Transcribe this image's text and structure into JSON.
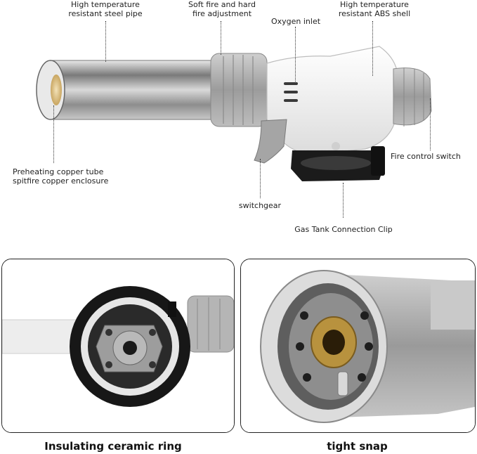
{
  "labels": {
    "steel_pipe_line1": "High temperature",
    "steel_pipe_line2": "resistant steel pipe",
    "fire_adjust_line1": "Soft fire and hard",
    "fire_adjust_line2": "fire adjustment",
    "oxygen_inlet": "Oxygen inlet",
    "abs_shell_line1": "High temperature",
    "abs_shell_line2": "resistant ABS shell",
    "copper_line1": "Preheating copper tube",
    "copper_line2": "spitfire copper enclosure",
    "fire_control": "Fire control switch",
    "switchgear": "switchgear",
    "gas_clip": "Gas Tank Connection Clip"
  },
  "captions": {
    "left": "Insulating ceramic ring",
    "right": "tight snap"
  },
  "colors": {
    "steel": "#9a9a9a",
    "shell_white": "#f4f4f4",
    "knob_gray": "#a8a8a8",
    "clip_black": "#1b1b1b",
    "brass": "#b8923e"
  }
}
